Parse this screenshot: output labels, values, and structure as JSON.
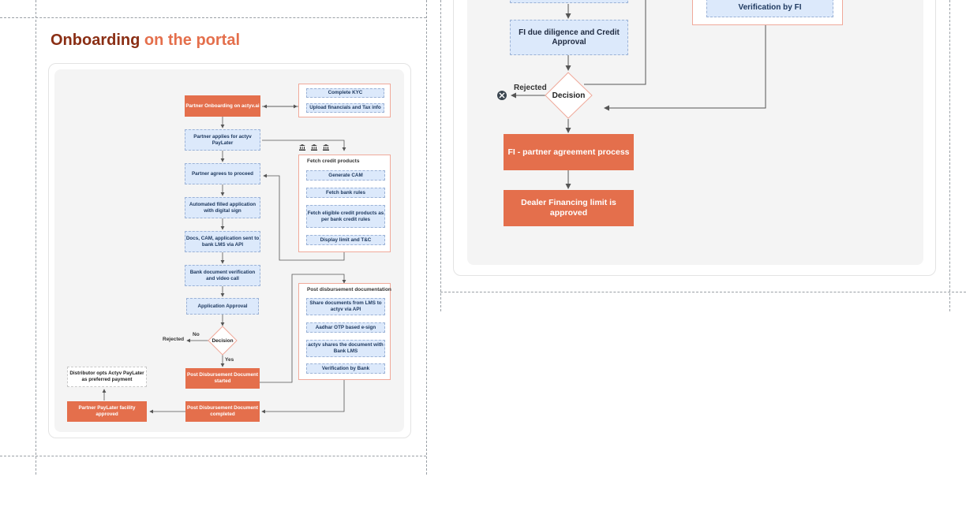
{
  "title": {
    "part1": "Onboarding",
    "part2": "on the portal",
    "color1": "#8a2e14",
    "color2": "#e46f4c"
  },
  "colors": {
    "orange": "#e46f4c",
    "blue": "#dce9fb",
    "line": "#555555"
  },
  "left": {
    "main_flow": [
      "Partner  Onboarding on actyv.ai",
      "Partner applies for actyv PayLater",
      "Partner agrees to proceed",
      "Automated filled application with digital sign",
      "Docs, CAM, application sent to bank LMS via API",
      "Bank document verification and video call",
      "Application Approval"
    ],
    "kyc_group": [
      "Complete KYC",
      "Upload financials and Tax info"
    ],
    "bank_icons": [
      "bank-icon",
      "bank-icon",
      "bank-icon"
    ],
    "credit_group": {
      "title": "Fetch credit products",
      "items": [
        "Generate CAM",
        "Fetch bank rules",
        "Fetch eligible credit products as per bank credit rules",
        "Display limit and T&C"
      ]
    },
    "decision": {
      "label": "Decision",
      "no": "No",
      "yes": "Yes",
      "rejected": "Rejected"
    },
    "post_started": "Post Disbursement Document started",
    "post_completed": "Post Disbursement Document completed",
    "post_group": {
      "title": "Post disbursement documentation",
      "items": [
        "Share documents from LMS to actyv via API",
        "Aadhar OTP based e-sign",
        "actyv shares the document with Bank LMS",
        "Verification by Bank"
      ]
    },
    "facility": "Partner PayLater facility approved",
    "distributor": "Distributor opts Actyv PayLater as preferred payment"
  },
  "right": {
    "verification": "Verification by FI",
    "due_diligence": "FI due diligence and Credit Approval",
    "decision": "Decision",
    "rejected": "Rejected",
    "reject_icon": "close-circle-icon",
    "agreement": "FI - partner agreement process",
    "limit": "Dealer Financing limit is approved"
  }
}
